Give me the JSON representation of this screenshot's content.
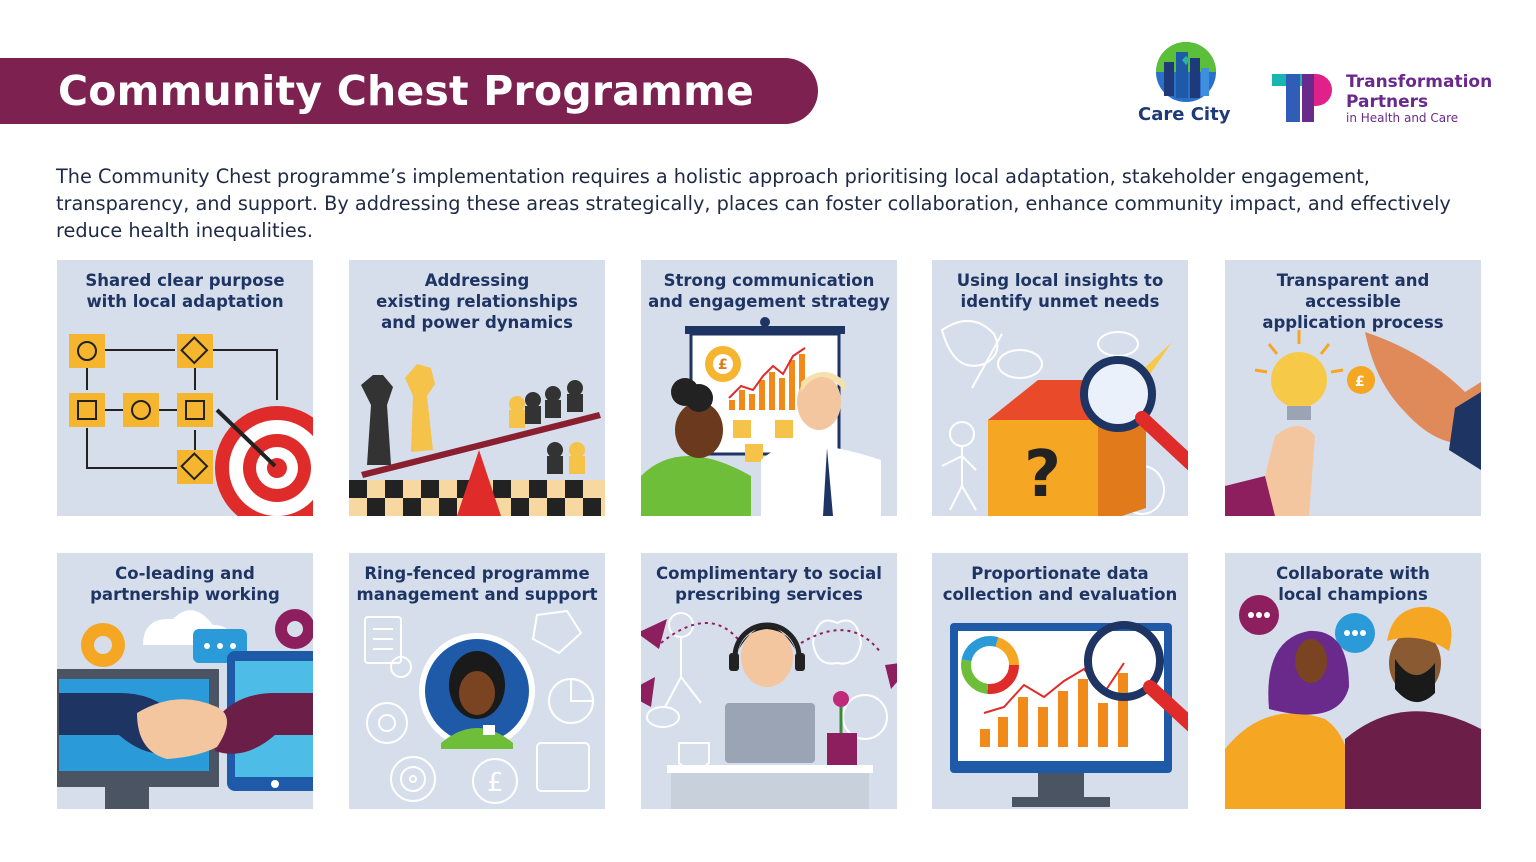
{
  "header": {
    "title": "Community Chest Programme",
    "brand_color": "#7d2150"
  },
  "logos": {
    "care_city": "Care City",
    "tp_line1": "Transformation",
    "tp_line2": "Partners",
    "tp_line3": "in Health and Care"
  },
  "intro": "The Community Chest programme’s implementation requires a holistic approach prioritising local adaptation, stakeholder engagement, transparency, and support. By addressing these areas strategically, places can foster collaboration, enhance community impact, and effectively reduce health inequalities.",
  "tiles": [
    {
      "title": "Shared clear purpose\nwith local adaptation",
      "icon": "flowchart-target-icon"
    },
    {
      "title": "Addressing\nexisting relationships\nand power dynamics",
      "icon": "chess-seesaw-icon"
    },
    {
      "title": "Strong communication\nand engagement strategy",
      "icon": "presentation-board-icon"
    },
    {
      "title": "Using local insights to\nidentify unmet needs",
      "icon": "box-magnifier-icon"
    },
    {
      "title": "Transparent and accessible\napplication process",
      "icon": "lightbulb-coin-icon"
    },
    {
      "title": "Co-leading and\npartnership working",
      "icon": "handshake-screens-icon"
    },
    {
      "title": "Ring-fenced programme\nmanagement and support",
      "icon": "support-person-icon"
    },
    {
      "title": "Complimentary to social\nprescribing services",
      "icon": "headset-agent-icon"
    },
    {
      "title": "Proportionate data\ncollection and evaluation",
      "icon": "monitor-chart-icon"
    },
    {
      "title": "Collaborate with\nlocal champions",
      "icon": "champions-chat-icon"
    }
  ],
  "tile_glyphs": {
    "question_mark": "?",
    "pound": "£"
  }
}
